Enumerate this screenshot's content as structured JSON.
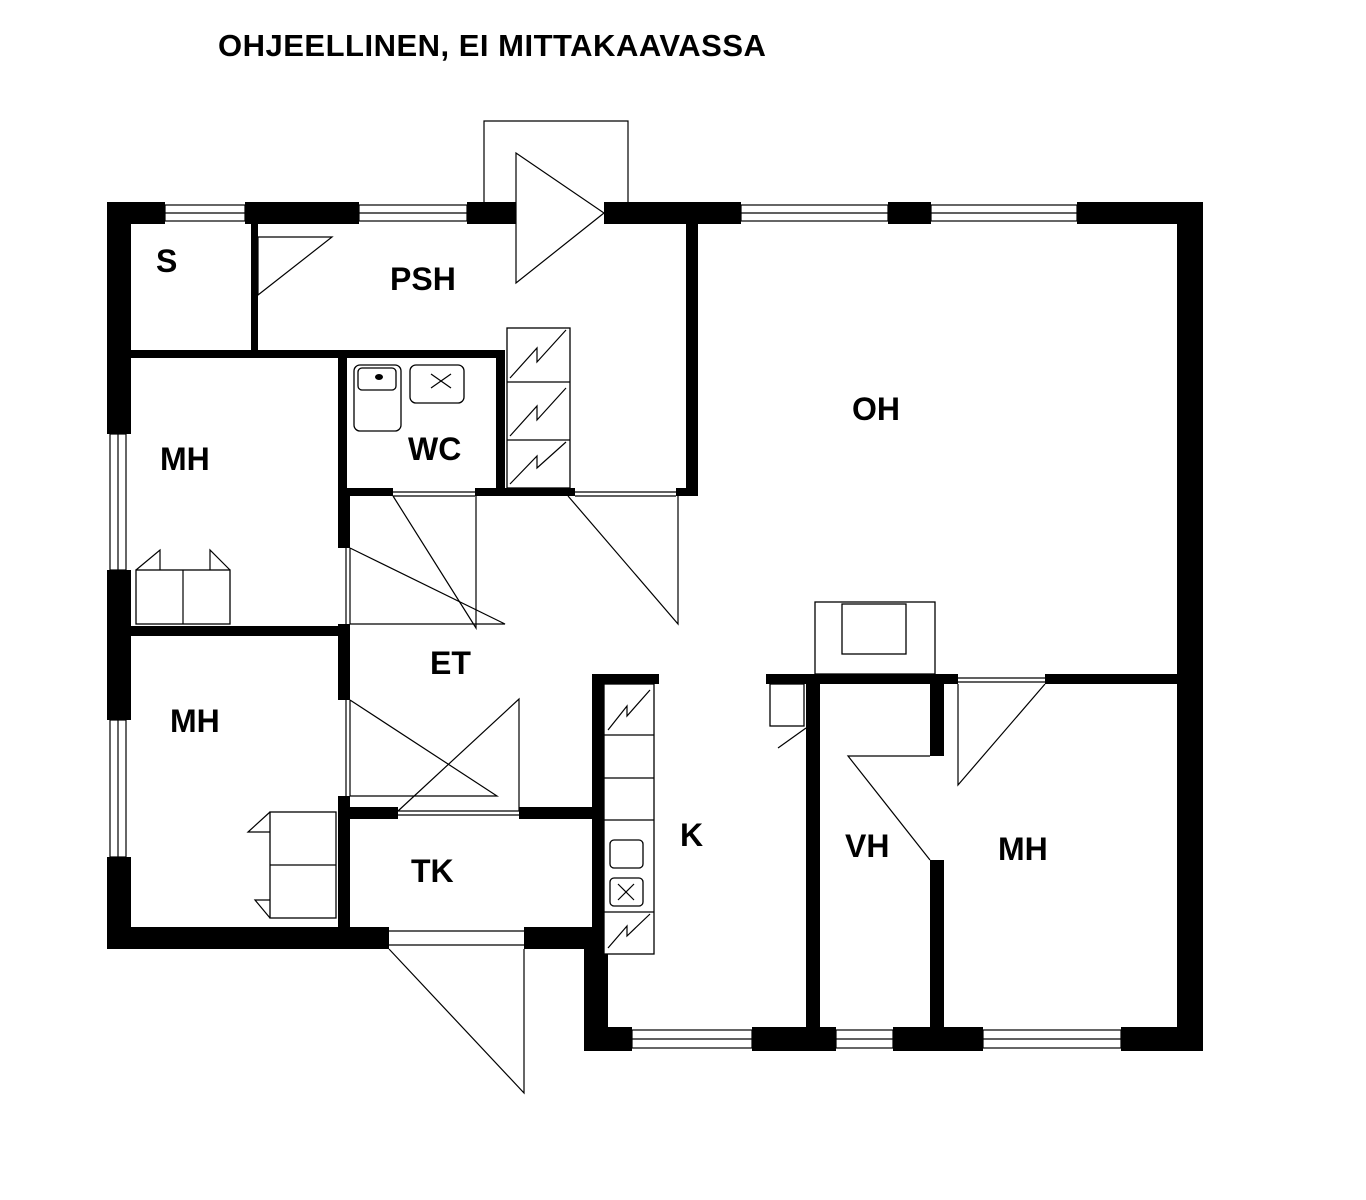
{
  "title": "OHJEELLINEN, EI MITTAKAAVASSA",
  "rooms": {
    "s": "S",
    "psh": "PSH",
    "wc": "WC",
    "mh_upper": "MH",
    "mh_lower": "MH",
    "et": "ET",
    "tk": "TK",
    "k": "K",
    "oh": "OH",
    "vh": "VH",
    "mh_right": "MH"
  }
}
